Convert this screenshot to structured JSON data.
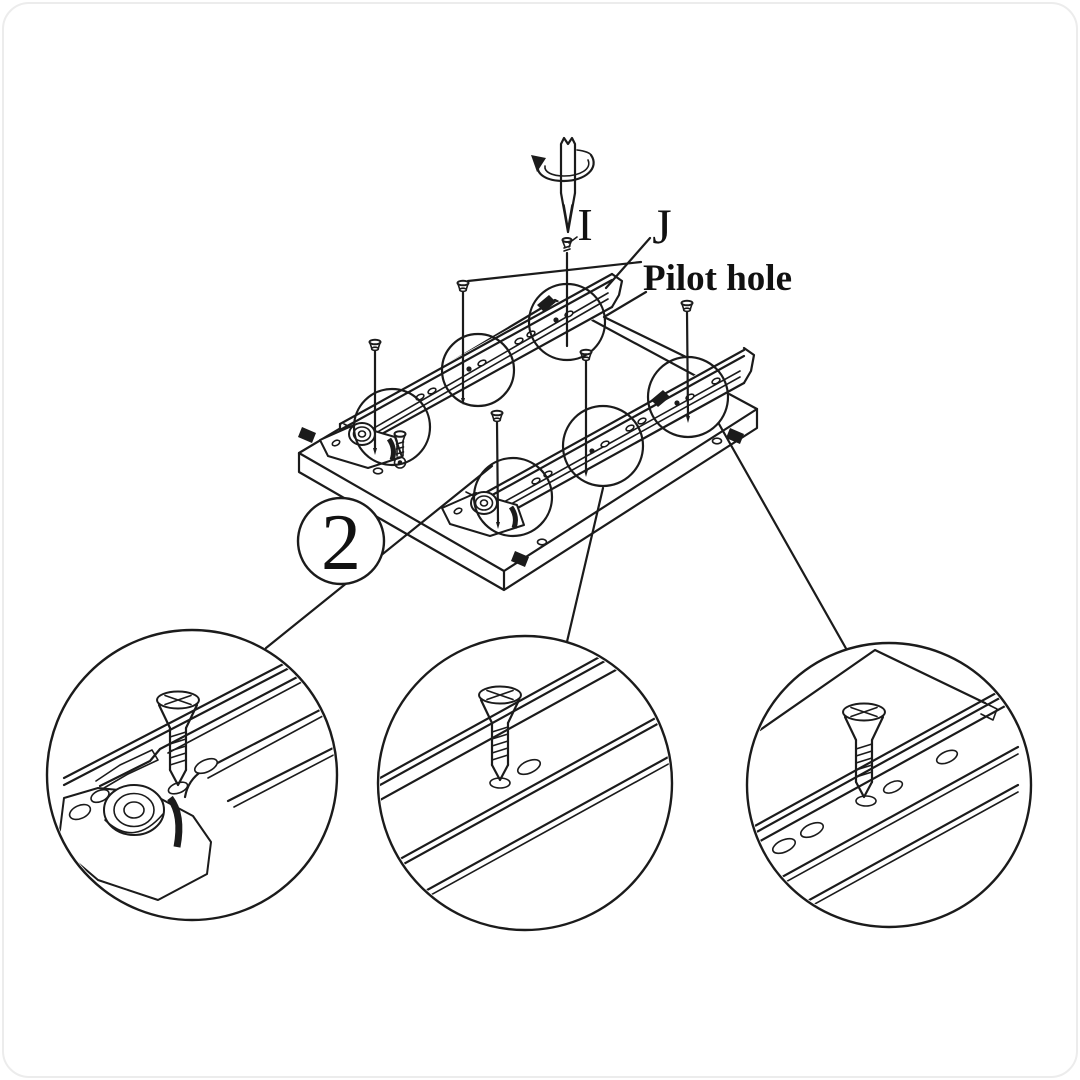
{
  "canvas": {
    "background": "#ffffff",
    "ink": "#1b1b1b"
  },
  "step_badge": {
    "number": "2"
  },
  "labels": {
    "screwdriver_screw": "I",
    "slide_part": "J",
    "pilot_hole": "Pilot hole"
  },
  "icons": {
    "tool": "screwdriver-icon",
    "rotation": "rotation-arrow-icon",
    "fastener": "screw-icon",
    "rail": "drawer-slide-icon",
    "callout": "magnifier-callout-circle"
  }
}
